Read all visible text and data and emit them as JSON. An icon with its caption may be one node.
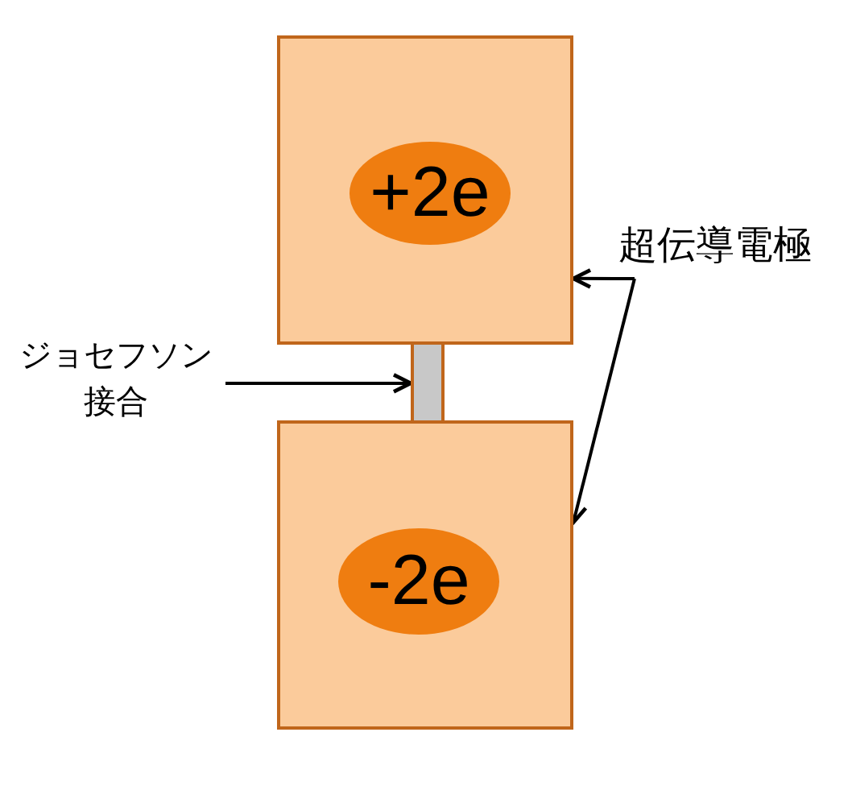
{
  "diagram": {
    "nodes": [
      {
        "text": [],
        "shape": "box"
      },
      {
        "text": [
          "+2e"
        ],
        "in": 0
      },
      {
        "text": [
          "超伝導電極"
        ]
      },
      {
        "text": [
          "ジョセフソン接合"
        ]
      },
      {
        "text": [],
        "shape": "bar"
      },
      {
        "text": [],
        "shape": "box"
      },
      {
        "text": [
          "-2e"
        ],
        "in": 5
      }
    ],
    "edges": [
      {
        "from": 3,
        "to": 4,
        "arrow": "to"
      },
      {
        "from": 2,
        "to": 0,
        "arrow": "to"
      },
      {
        "from": 2,
        "to": 5,
        "arrow": "to"
      }
    ]
  }
}
